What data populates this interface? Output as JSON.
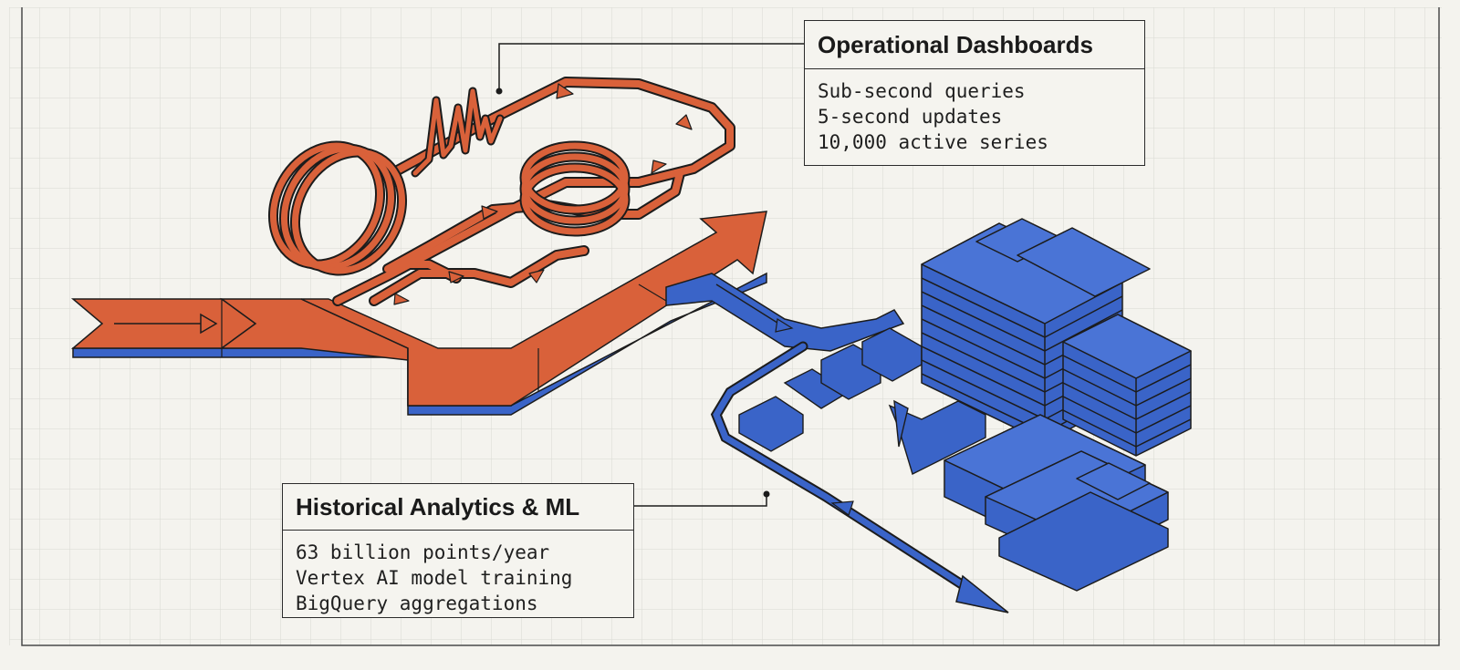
{
  "colors": {
    "background": "#f4f3ee",
    "grid": "#d9d9d3",
    "stream_orange": "#d9613a",
    "stream_blue": "#3a64c8",
    "outline": "#1c1c1c"
  },
  "callouts": {
    "operational": {
      "title": "Operational Dashboards",
      "lines": [
        "Sub-second queries",
        "5-second updates",
        "10,000 active series"
      ]
    },
    "historical": {
      "title": "Historical Analytics & ML",
      "lines": [
        "63 billion points/year",
        "Vertex AI model training",
        "BigQuery aggregations"
      ]
    }
  }
}
